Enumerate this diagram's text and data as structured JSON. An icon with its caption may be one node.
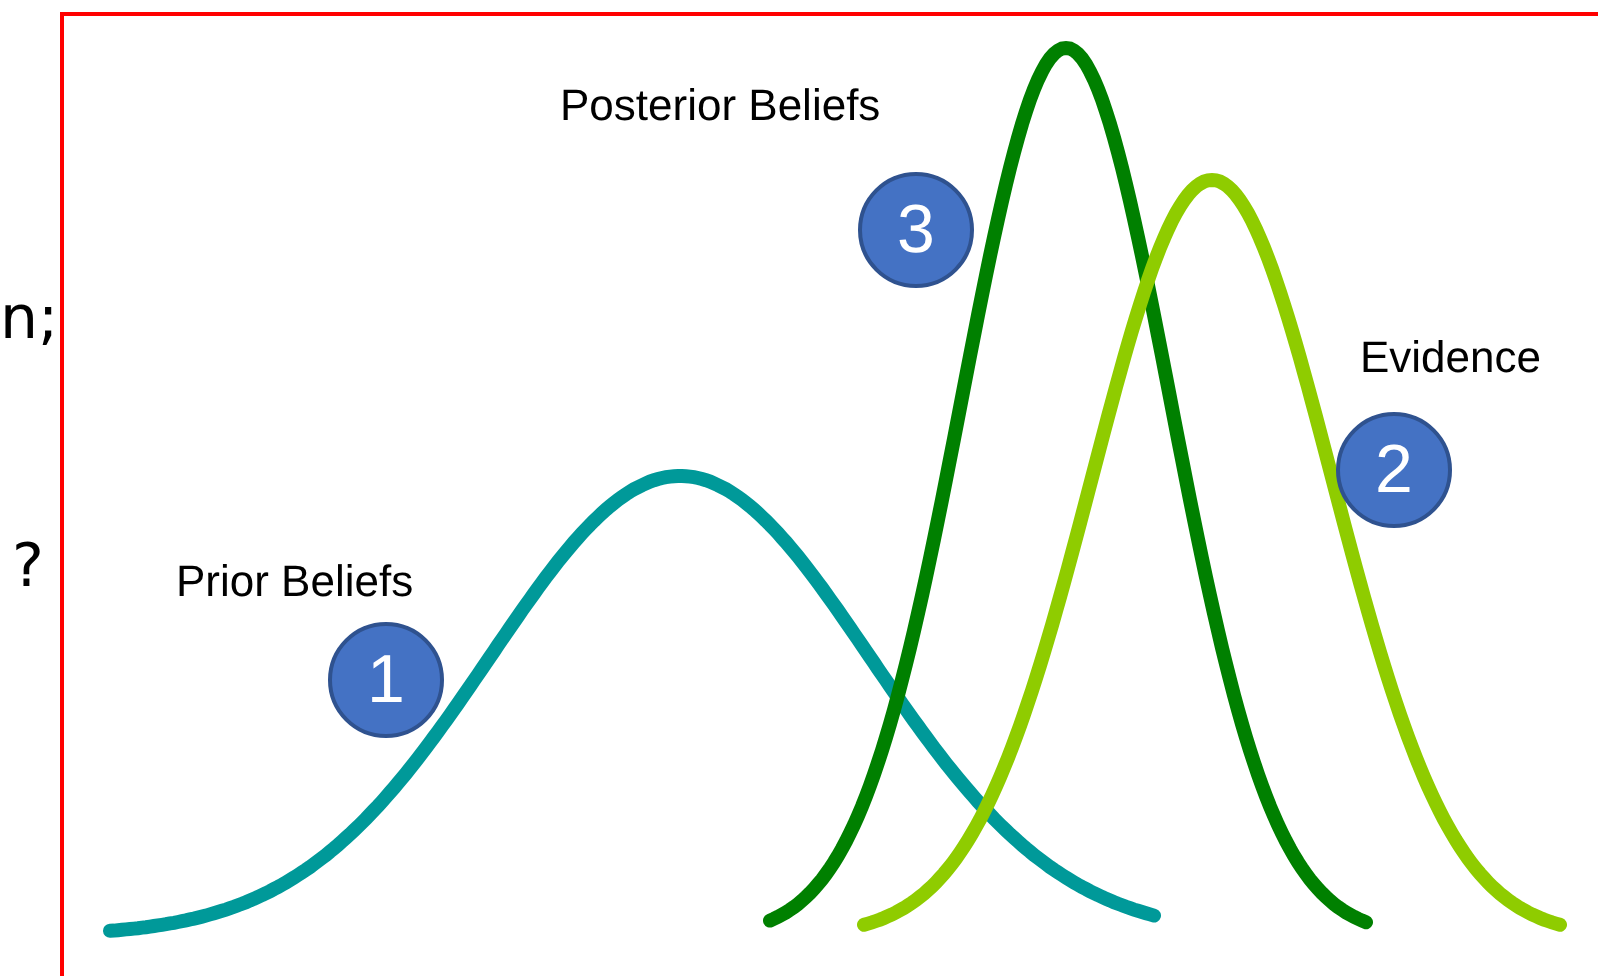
{
  "diagram": {
    "nodes": [
      {
        "text": [
          "3"
        ],
        "beside": [
          "Posterior Beliefs"
        ]
      },
      {
        "text": [
          "2"
        ],
        "beside": [
          "Evidence"
        ]
      },
      {
        "text": [
          "1"
        ],
        "beside": [
          "Prior Beliefs"
        ]
      }
    ],
    "labels": [
      "n;",
      "?"
    ]
  }
}
